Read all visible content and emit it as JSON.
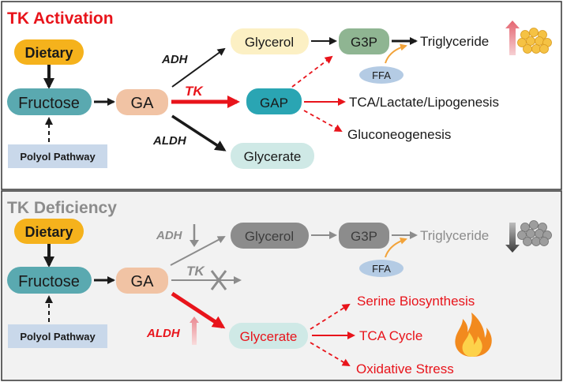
{
  "activation": {
    "title": "TK Activation",
    "dietary": "Dietary",
    "fructose": "Fructose",
    "polyol": "Polyol Pathway",
    "ga": "GA",
    "adh": "ADH",
    "tk": "TK",
    "aldh": "ALDH",
    "glycerol": "Glycerol",
    "g3p": "G3P",
    "triglyceride": "Triglyceride",
    "ffa": "FFA",
    "gap": "GAP",
    "tca": "TCA/Lactate/Lipogenesis",
    "gluconeogenesis": "Gluconeogenesis",
    "glycerate": "Glycerate"
  },
  "deficiency": {
    "title": "TK Deficiency",
    "dietary": "Dietary",
    "fructose": "Fructose",
    "polyol": "Polyol Pathway",
    "ga": "GA",
    "adh": "ADH",
    "tk": "TK",
    "aldh": "ALDH",
    "glycerol": "Glycerol",
    "g3p": "G3P",
    "triglyceride": "Triglyceride",
    "ffa": "FFA",
    "glycerate": "Glycerate",
    "serine": "Serine Biosynthesis",
    "tca_cycle": "TCA Cycle",
    "oxidative": "Oxidative Stress"
  },
  "colors": {
    "red": "#e8141b",
    "black": "#1a1a1a",
    "gray": "#8c8c8c",
    "dietary": "#f5b21c",
    "fructose": "#5aa9b0",
    "ga": "#f1c3a4",
    "glycerol": "#fcf0c4",
    "g3p": "#8fb592",
    "gap": "#2aa5b3",
    "glycerate": "#cfe9e6",
    "ffa": "#b4cbe4",
    "polyol": "#c9d8ea",
    "panel_bottom": "#f2f2f2"
  },
  "icons": [
    "fat-droplets-icon",
    "up-arrow-icon",
    "down-arrow-icon",
    "fire-icon",
    "cross-icon"
  ]
}
